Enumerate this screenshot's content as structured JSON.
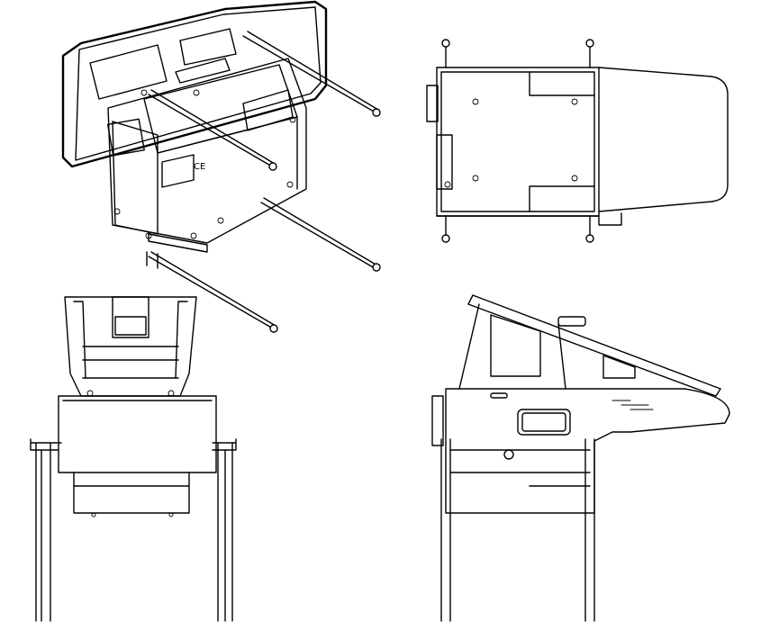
{
  "drawing": {
    "colors": {
      "line": "#000000",
      "background": "#ffffff"
    },
    "views": [
      {
        "id": "isometric",
        "icon": "camper-isometric-view"
      },
      {
        "id": "top",
        "icon": "camper-top-view"
      },
      {
        "id": "front",
        "icon": "camper-front-view"
      },
      {
        "id": "side",
        "icon": "camper-side-view"
      }
    ],
    "logo_mark": "CE"
  }
}
